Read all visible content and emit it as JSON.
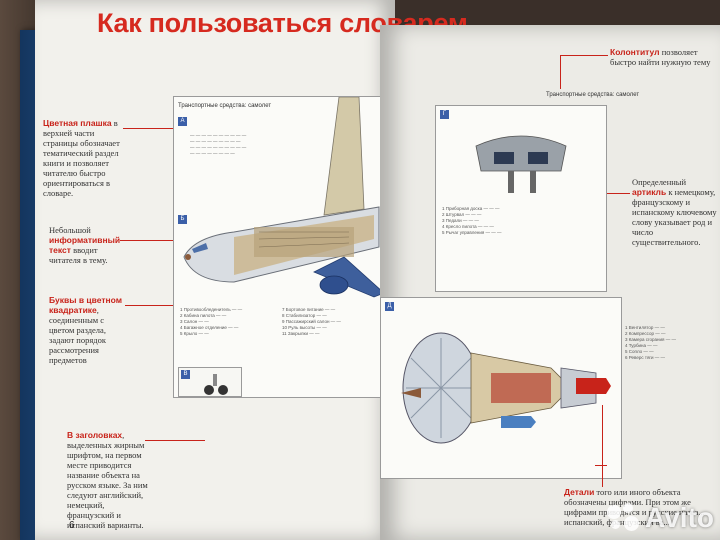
{
  "book": {
    "title": "Как пользоваться словарем",
    "page_number": "6",
    "left_notes": [
      {
        "red": "Цветная плашка",
        "text": " в верхней части страницы обозначает тематический раздел книги и позволяет читателю быстро ориентироваться в словаре."
      },
      {
        "red": "",
        "text": "Небольшой "
      },
      {
        "red": "Буквы в цветном квадратике",
        "text": ", соединенным с цветом раздела, задают порядок рассмотрения предметов"
      },
      {
        "red": "В заголовках",
        "text": ", выделенных жирным шрифтом, на первом месте приводится название объекта на русском языке. За ним следуют английский, немецкий, французский и испанский варианты."
      }
    ],
    "info_note": {
      "red": "информативный текст",
      "prefix": "Небольшой ",
      "suffix": " вводит читателя в тему."
    },
    "right_notes": [
      {
        "red": "Колонтитул",
        "text": " позволяет быстро найти нужную тему"
      },
      {
        "red": "артикль",
        "prefix": "Определенный ",
        "text": " к немецкому, французскому и испанскому ключевому слову указывает род и число существительного."
      },
      {
        "red": "Детали",
        "text": " того или иного объекта обозначены цифрами. При этом же цифрами приводятся и русские назва... испанский, французский ва..."
      }
    ],
    "left_panel_header": "Транспортные средства: самолет",
    "right_panel_header": "Транспортные средства: самолет",
    "panel_labels": {
      "a": "А",
      "b": "Б",
      "v": "В",
      "g": "Г",
      "d": "Д"
    },
    "watermark": "Avito"
  }
}
